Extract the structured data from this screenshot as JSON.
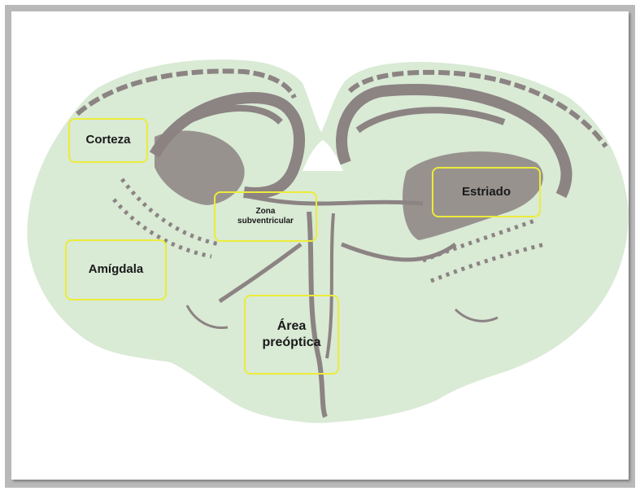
{
  "diagram": {
    "colors": {
      "tissue": "#d9ead5",
      "white_matter": "#8c8383",
      "label_border": "#ecec3a",
      "frame": "#b9b9b9"
    },
    "labels": {
      "corteza": "Corteza",
      "estriado": "Estriado",
      "zona_subventricular": "Zona\nsubventricular",
      "amigdala": "Amígdala",
      "area_preoptica": "Área\npreóptica"
    }
  }
}
